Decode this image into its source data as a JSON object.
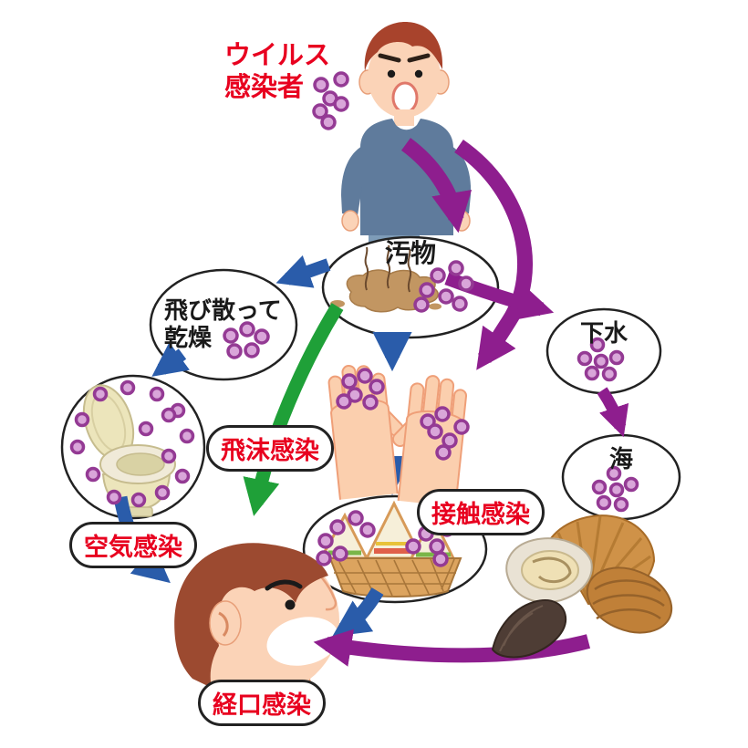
{
  "diagram": {
    "title": "ウイルス\n感染者",
    "nodes": {
      "waste": "汚物",
      "scatter": "飛び散って\n乾燥",
      "sewage": "下水",
      "sea": "海"
    },
    "labels": {
      "airborne": "空気感染",
      "droplet": "飛沫感染",
      "contact": "接触感染",
      "oral": "経口感染"
    },
    "colors": {
      "red_text": "#e8001f",
      "purple_arrow": "#8e1e8e",
      "blue_arrow": "#2a5caa",
      "green_arrow": "#1fa038",
      "virus_dot_fill": "#d9a6d9",
      "virus_dot_ring": "#943a94",
      "outline": "#222222"
    },
    "icons": {
      "infected_person": "standing man, open mouth, emitting virus dots",
      "waste_puddle": "brown vomit/feces puddle with steam",
      "toilet": "toilet with scattered virus dots",
      "hands": "two hands with virus dots",
      "sandwich_basket": "sandwiches in basket with virus dots",
      "shellfish": "oyster and shellfish",
      "eating_person": "head in profile with open mouth"
    }
  }
}
